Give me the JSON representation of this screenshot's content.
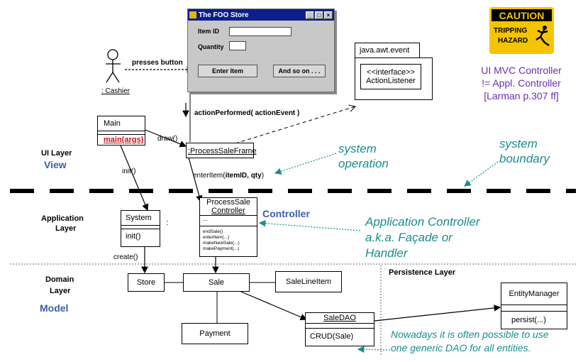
{
  "window": {
    "title": "The FOO Store",
    "item_id_label": "Item ID",
    "quantity_label": "Quantity",
    "item_id_value": "",
    "quantity_value": "",
    "enter_item_button": "Enter Item",
    "and_so_on_button": "And so on . . .",
    "min_glyph": "_",
    "max_glyph": "□",
    "close_glyph": "×"
  },
  "actor": {
    "name": ": Cashier",
    "action": "presses button"
  },
  "messages": {
    "action_performed": "actionPerformed( actionEvent )",
    "draw": "draw()",
    "init": "init()",
    "create": "create()",
    "enter_item_prefix": "enterItem(",
    "enter_item_args": "itemID, qty",
    "enter_item_suffix": ")"
  },
  "event_package": {
    "name": "java.awt.event",
    "stereotype": "<<interface>>",
    "interface_name": "ActionListener"
  },
  "caution_sign": {
    "header": "CAUTION",
    "line1": "TRIPPING",
    "line2": "HAZARD"
  },
  "mvc_note": {
    "line1": "UI MVC Controller",
    "line2": "!= Appl. Controller",
    "line3": "[Larman p.307 ff]"
  },
  "classes": {
    "main": {
      "name": "Main",
      "method": "main(args)"
    },
    "process_sale_frame": {
      "name": ":ProcessSaleFrame"
    },
    "system": {
      "name": "System",
      "method": "init()"
    },
    "controller": {
      "name_line1": "ProcessSale",
      "name_line2": "Controller",
      "attr": "...",
      "methods": [
        "endSale()",
        "enterItem(...)",
        "makeNewSale(...)",
        "makePayment(...)"
      ]
    },
    "store": {
      "name": "Store"
    },
    "sale": {
      "name": "Sale"
    },
    "sale_line_item": {
      "name": "SaleLineItem"
    },
    "payment": {
      "name": "Payment"
    },
    "sale_dao": {
      "name": "SaleDAO",
      "method": "CRUD(Sale)"
    },
    "entity_manager": {
      "name": "EntityManager",
      "method": "persist(...)"
    }
  },
  "layers": {
    "ui": "UI Layer",
    "view": "View",
    "application_line1": "Application",
    "application_line2": "Layer",
    "controller": "Controller",
    "domain_line1": "Domain",
    "domain_line2": "Layer",
    "model": "Model",
    "persistence": "Persistence Layer"
  },
  "notes": {
    "system_operation_line1": "system",
    "system_operation_line2": "operation",
    "system_boundary_line1": "system",
    "system_boundary_line2": "boundary",
    "app_controller_line1": "Application Controller",
    "app_controller_line2": "a.k.a. Façade or",
    "app_controller_line3": "Handler",
    "dao_note_line1": "Nowadays it is often possible to use",
    "dao_note_line2": "one generic DAO for all entities."
  },
  "stray_colon": ":",
  "colors": {
    "teal": "#1b8c8c",
    "layer_blue": "#3d5fa8",
    "purple": "#6a2fb0",
    "main_red": "#cc1111",
    "caution_yellow": "#f5c400"
  }
}
